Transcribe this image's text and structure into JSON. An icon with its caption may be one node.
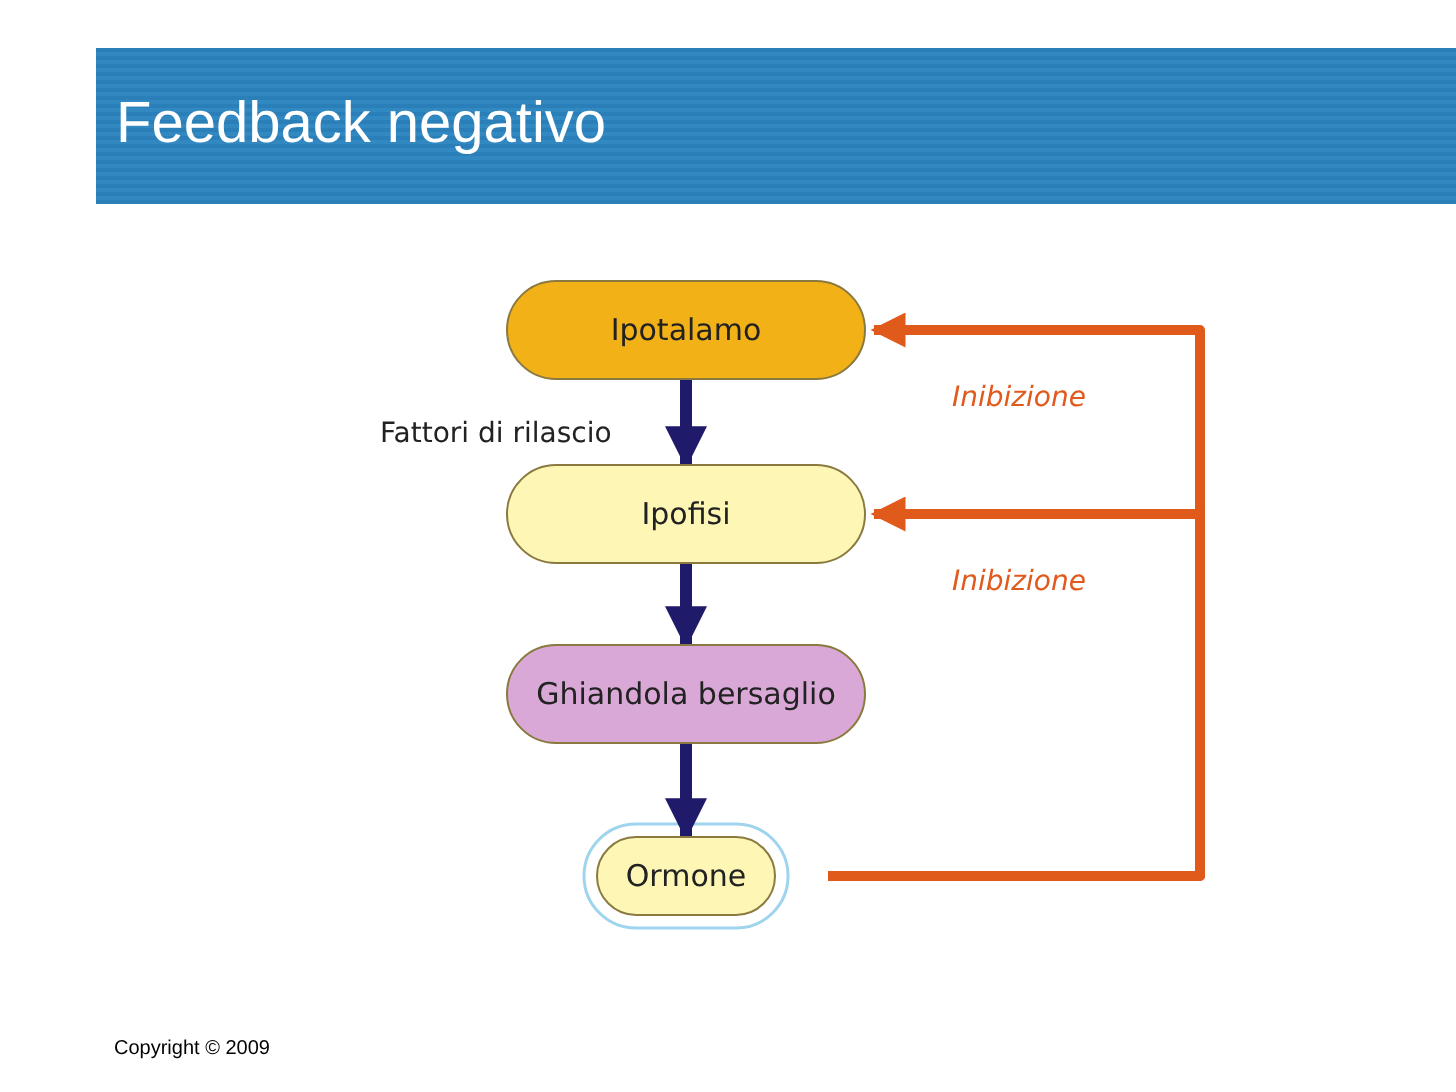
{
  "diagram": {
    "title": "Feedback negativo",
    "nodes": [
      {
        "text": [
          "Ipotalamo"
        ]
      },
      {
        "text": [
          "Ipofisi"
        ]
      },
      {
        "text": [
          "Ghiandola bersaglio"
        ]
      },
      {
        "text": [
          "Ormone"
        ]
      }
    ],
    "edges": [
      {
        "from": 0,
        "to": 1,
        "arrow": "to",
        "label": "Fattori di rilascio"
      },
      {
        "from": 1,
        "to": 2,
        "arrow": "to"
      },
      {
        "from": 2,
        "to": 3,
        "arrow": "to"
      },
      {
        "from": 3,
        "to": 0,
        "arrow": "to",
        "label": "Inibizione",
        "color": "#e05a1c"
      },
      {
        "from": 3,
        "to": 1,
        "arrow": "to",
        "label": "Inibizione",
        "color": "#e05a1c"
      }
    ],
    "labels": [
      "Copyright © 2009"
    ]
  }
}
